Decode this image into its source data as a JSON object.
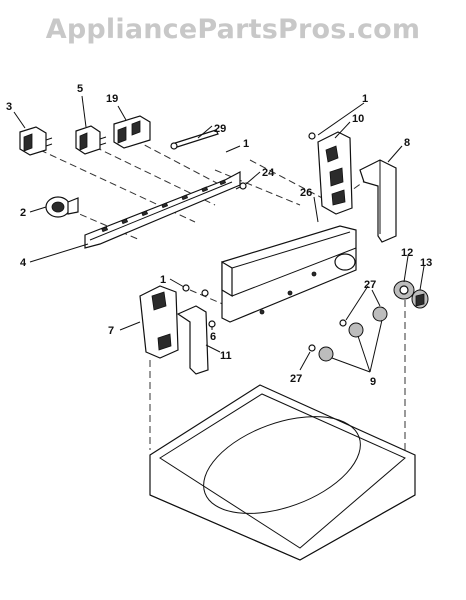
{
  "watermark": "AppliancePartsPros.com",
  "callouts": {
    "c3": "3",
    "c5": "5",
    "c19": "19",
    "c29": "29",
    "c1a": "1",
    "c1b": "1",
    "c10": "10",
    "c8": "8",
    "c24": "24",
    "c26": "26",
    "c2": "2",
    "c4": "4",
    "c1c": "1",
    "c7": "7",
    "c6": "6",
    "c11": "11",
    "c12": "12",
    "c13": "13",
    "c27a": "27",
    "c9": "9",
    "c27b": "27"
  }
}
